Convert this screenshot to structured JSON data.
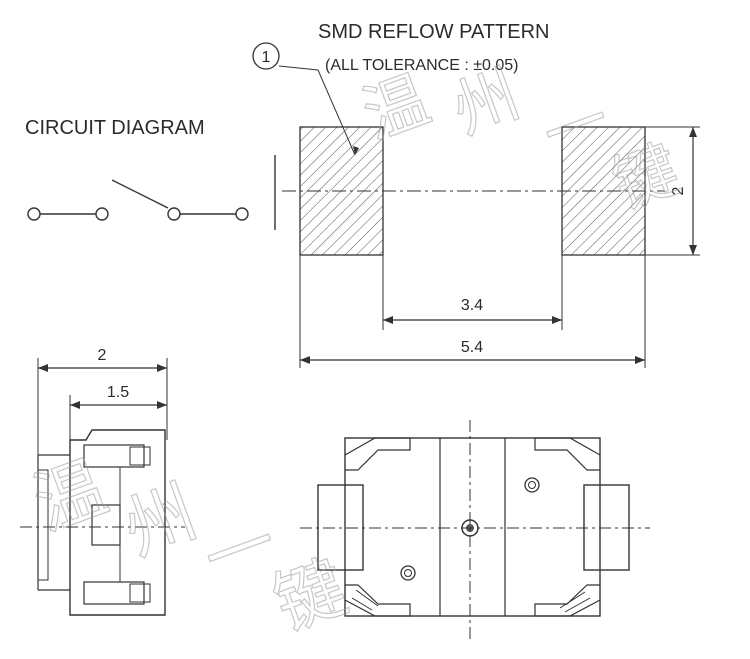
{
  "smd_title": "SMD REFLOW PATTERN",
  "tolerance": "(ALL TOLERANCE : ±0.05)",
  "circuit_title": "CIRCUIT DIAGRAM",
  "callout_number": "1",
  "dim_pad_height": "2",
  "dim_inner_gap": "3.4",
  "dim_total_width": "5.4",
  "dim_side_width": "2",
  "dim_side_inner": "1.5",
  "watermark": [
    "温",
    "州",
    "一",
    "键"
  ],
  "colors": {
    "line": "#333333",
    "watermark": "#9a9a9a"
  }
}
